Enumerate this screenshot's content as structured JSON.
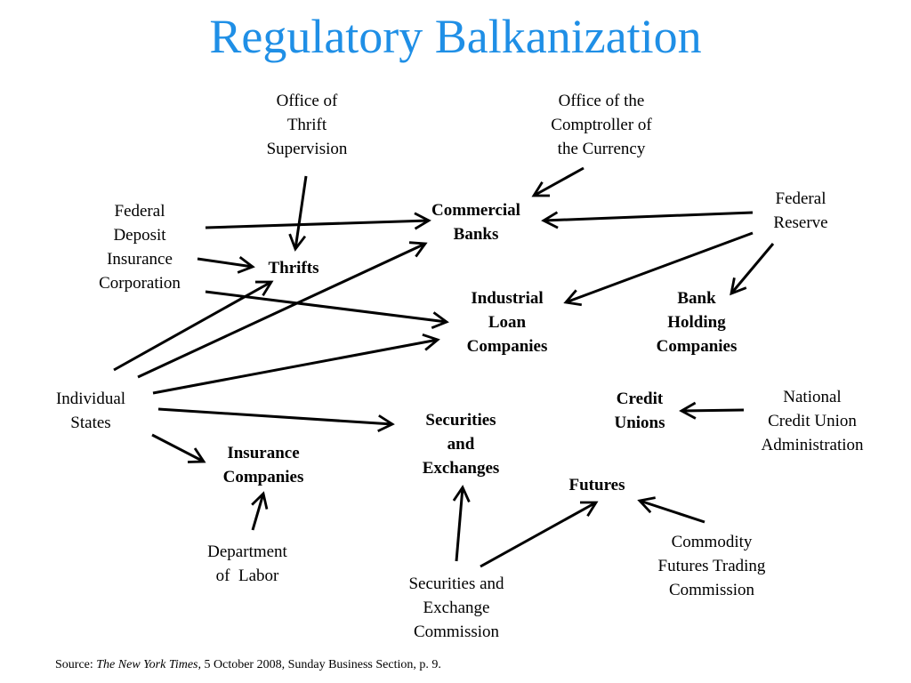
{
  "title": "Regulatory Balkanization",
  "regulators": {
    "ots": [
      "Office of",
      "Thrift",
      "Supervision"
    ],
    "occ": [
      "Office of the",
      "Comptroller of",
      "the Currency"
    ],
    "fdic": [
      "Federal",
      "Deposit",
      "Insurance",
      "Corporation"
    ],
    "fed": [
      "Federal",
      "Reserve"
    ],
    "states": [
      "Individual",
      "States"
    ],
    "ncua": [
      "National",
      "Credit Union",
      "Administration"
    ],
    "dol": [
      "Department",
      "of  Labor"
    ],
    "sec": [
      "Securities and",
      "Exchange",
      "Commission"
    ],
    "cftc": [
      "Commodity",
      "Futures Trading",
      "Commission"
    ]
  },
  "institutions": {
    "commercial_banks": [
      "Commercial",
      "Banks"
    ],
    "thrifts": [
      "Thrifts"
    ],
    "industrial_loan": [
      "Industrial",
      "Loan",
      "Companies"
    ],
    "bank_holding": [
      "Bank",
      "Holding",
      "Companies"
    ],
    "credit_unions": [
      "Credit",
      "Unions"
    ],
    "securities": [
      "Securities",
      "and",
      "Exchanges"
    ],
    "insurance": [
      "Insurance",
      "Companies"
    ],
    "futures": [
      "Futures"
    ]
  },
  "source": {
    "prefix": "Source: ",
    "publication": "The New York Times,",
    "rest": " 5 October 2008, Sunday Business Section, p. 9."
  },
  "colors": {
    "title": "#1f8fe6",
    "text": "#000000",
    "arrow": "#000000"
  }
}
